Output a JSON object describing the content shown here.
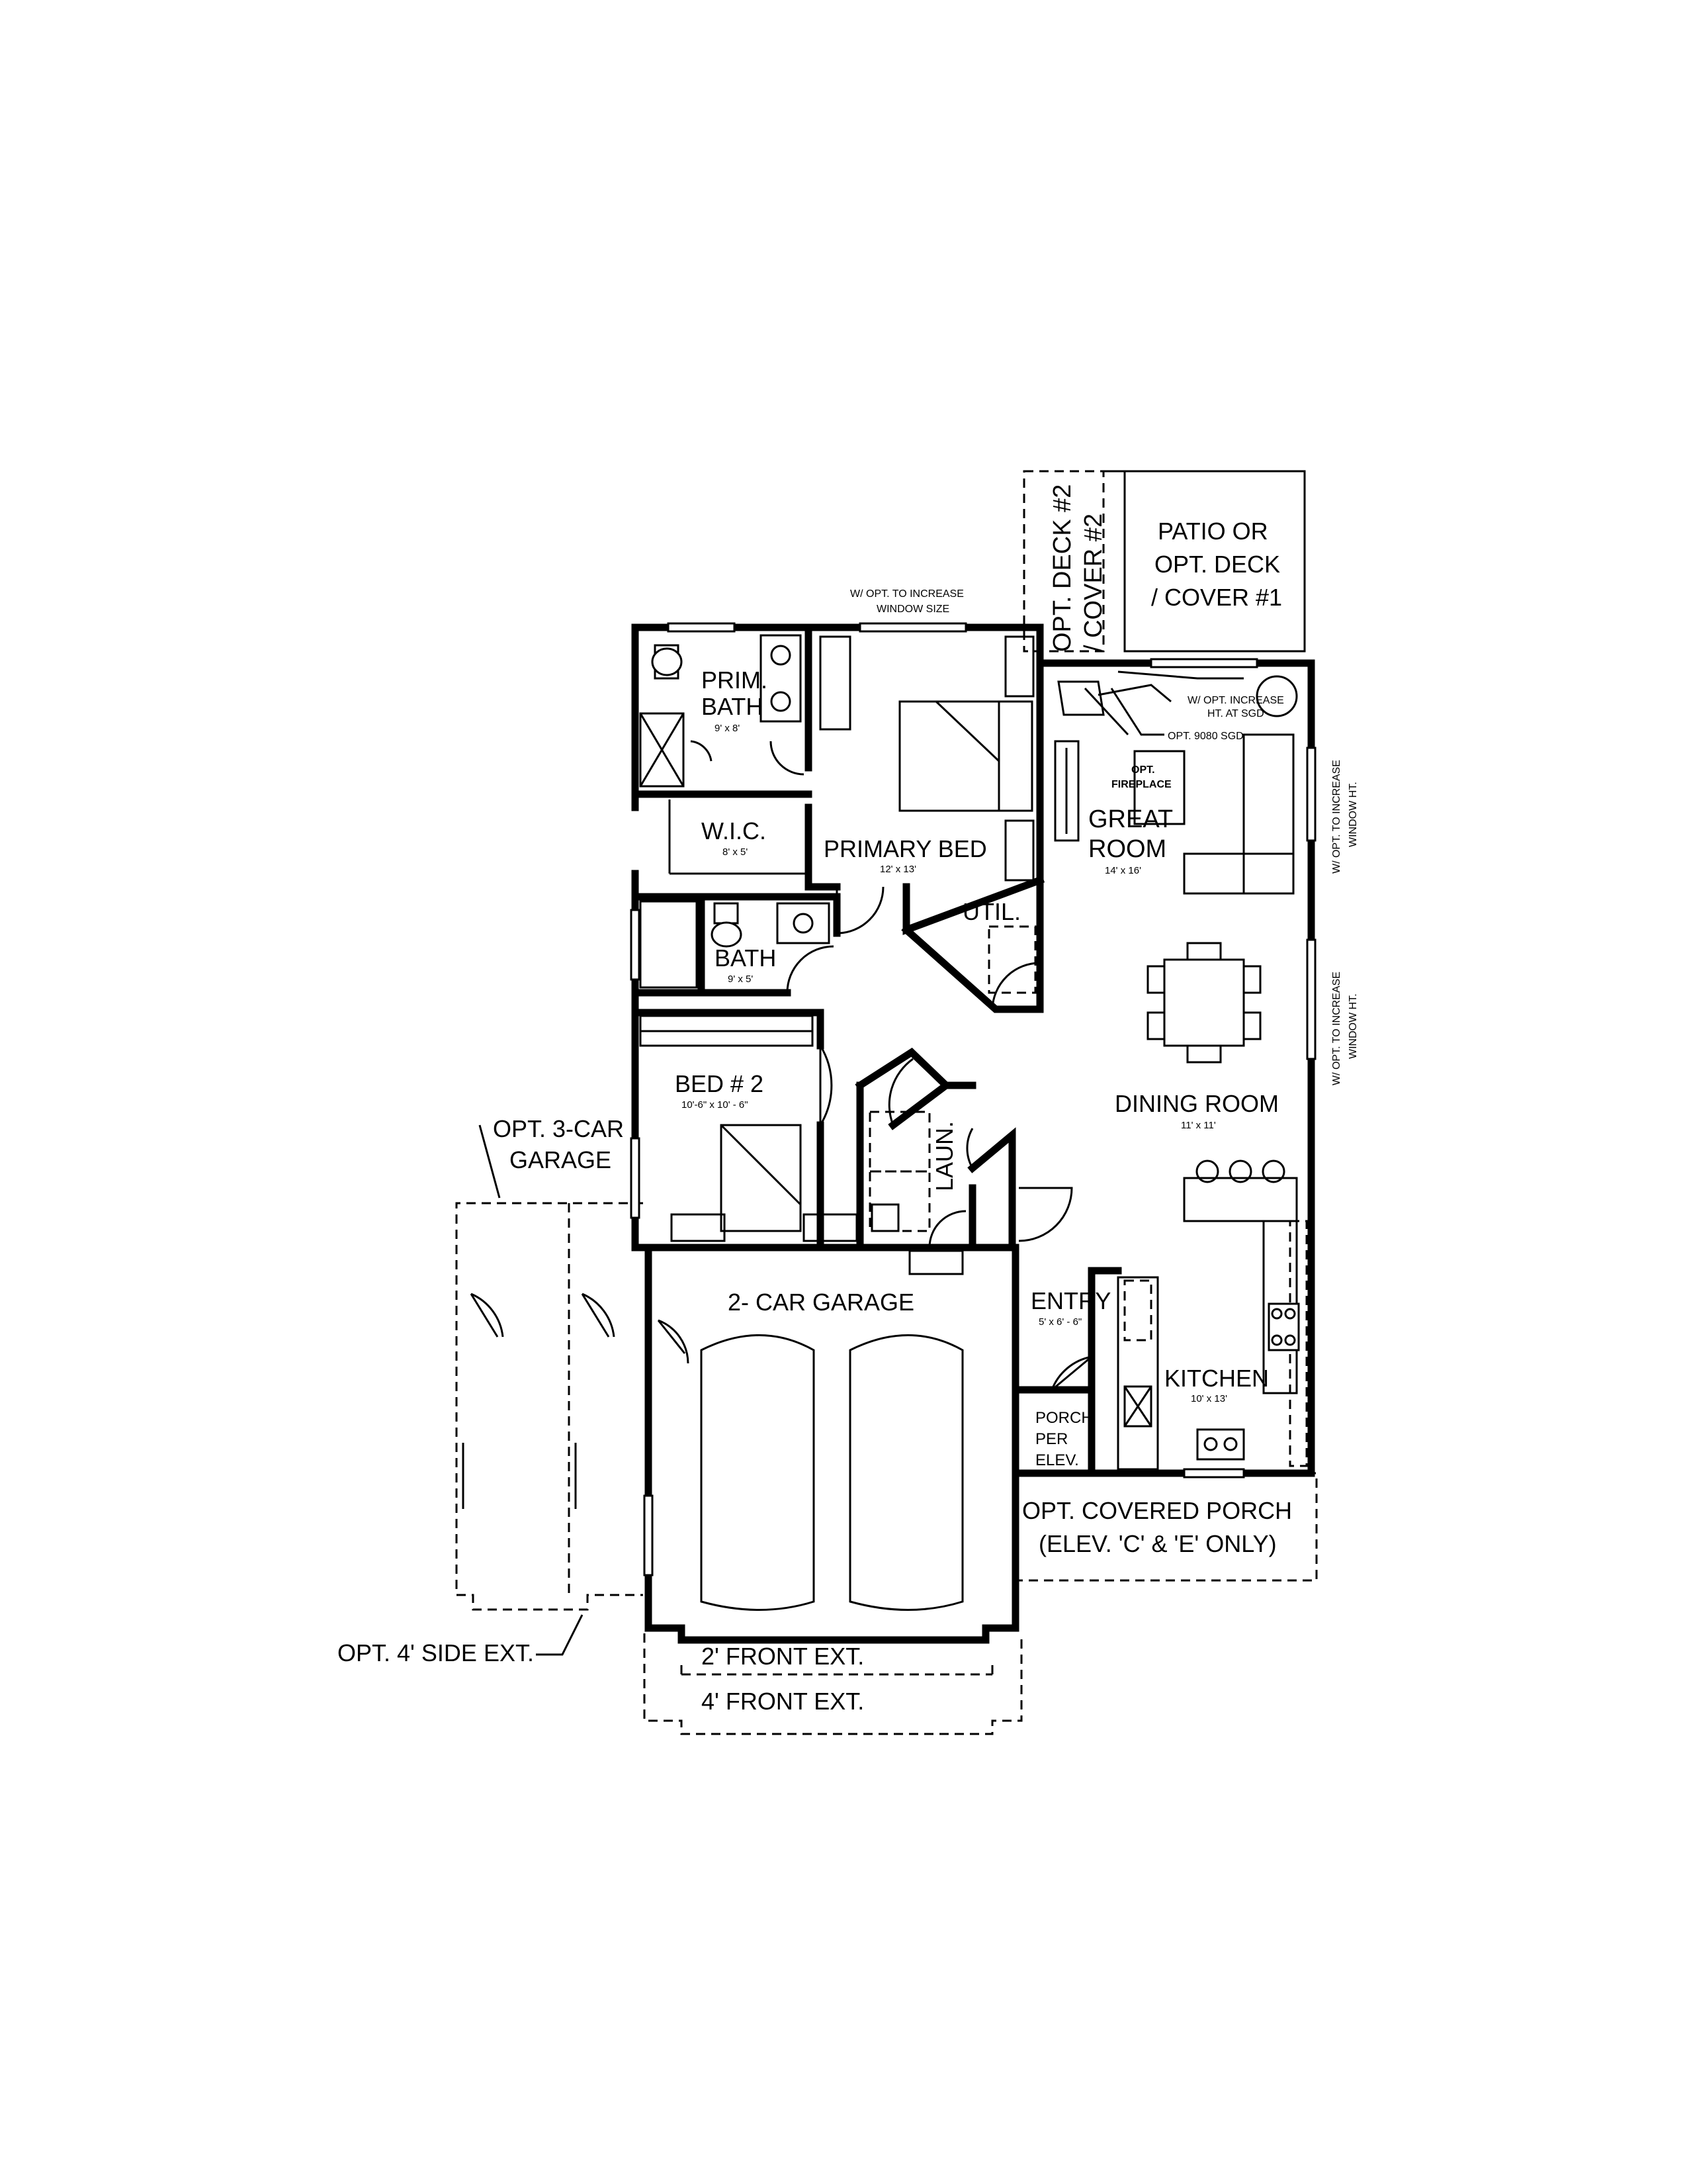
{
  "rooms": {
    "primary_bath": {
      "line1": "PRIM.",
      "line2": "BATH",
      "dim": "9' x 8'"
    },
    "wic": {
      "label": "W.I.C.",
      "dim": "8' x 5'"
    },
    "primary_bed": {
      "label": "PRIMARY BED",
      "dim": "12' x 13'"
    },
    "util": {
      "label": "UTIL."
    },
    "bath": {
      "label": "BATH",
      "dim": "9' x 5'"
    },
    "bed2": {
      "label": "BED # 2",
      "dim": "10'-6\" x 10' - 6\""
    },
    "laun": {
      "label": "LAUN."
    },
    "great_room": {
      "line1": "GREAT",
      "line2": "ROOM",
      "dim": "14' x 16'"
    },
    "dining_room": {
      "label": "DINING ROOM",
      "dim": "11' x 11'"
    },
    "entry": {
      "label": "ENTRY",
      "dim": "5' x 6' - 6\""
    },
    "kitchen": {
      "label": "KITCHEN",
      "dim": "10' x 13'"
    },
    "garage": {
      "label": "2- CAR GARAGE"
    },
    "porch": {
      "line1": "PORCH",
      "line2": "PER",
      "line3": "ELEV."
    }
  },
  "options": {
    "deck2": {
      "line1": "OPT. DECK #2",
      "line2": "/ COVER #2"
    },
    "patio": {
      "line1": "PATIO OR",
      "line2": "OPT. DECK",
      "line3": "/ COVER #1"
    },
    "three_car": {
      "line1": "OPT. 3-CAR",
      "line2": "GARAGE"
    },
    "side_ext": "OPT. 4' SIDE EXT.",
    "front_ext_2": "2' FRONT EXT.",
    "front_ext_4": "4' FRONT EXT.",
    "covered_porch": {
      "line1": "OPT. COVERED PORCH",
      "line2": "(ELEV. 'C' & 'E' ONLY)"
    }
  },
  "notes": {
    "top_window": {
      "line1": "W/ OPT. TO INCREASE",
      "line2": "WINDOW SIZE"
    },
    "sgd_height": {
      "line1": "W/ OPT. INCREASE",
      "line2": "HT. AT SGD"
    },
    "sgd": "OPT. 9080 SGD",
    "fireplace": {
      "line1": "OPT.",
      "line2": "FIREPLACE"
    },
    "right_window_1": {
      "line1": "W/ OPT. TO INCREASE",
      "line2": "WINDOW HT."
    },
    "right_window_2": {
      "line1": "W/ OPT. TO INCREASE",
      "line2": "WINDOW HT."
    }
  }
}
